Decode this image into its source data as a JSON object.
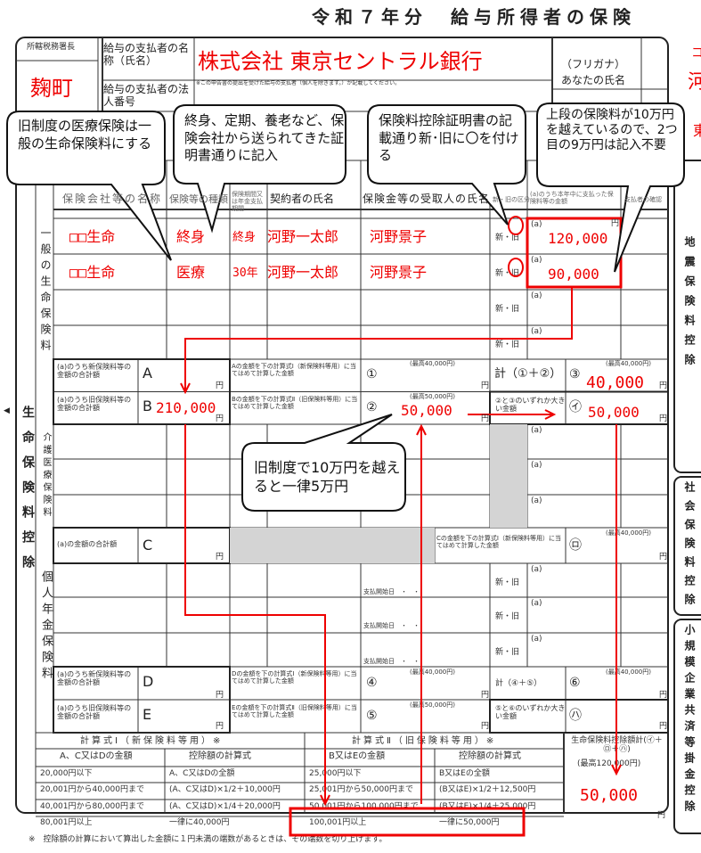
{
  "title": "令和７年分　給与所得者の保険",
  "header": {
    "tax_office_label": "所轄税務署長",
    "tax_office_value": "麹町",
    "payer_name_label": "給与の支払者の名称（氏名）",
    "payer_name_value": "株式会社 東京セントラル銀行",
    "payer_number_label": "給与の支払者の法人番号",
    "payer_number_note": "※この申告書の提出を受けた給与の支払者（個人を除きます。）が記載してください。",
    "furigana_label": "（フリガナ）",
    "your_name_label": "あなたの氏名",
    "furigana_value": "コ",
    "name_value": "河",
    "address_value": "東"
  },
  "columns": [
    "保険会社等の名称",
    "保険等の種類",
    "保険期間又は年金支払期間",
    "契約者の氏名",
    "保険金等の受取人の氏名",
    "新・旧の区分",
    "(a)のうち本年中に支払った保険料等の金額",
    "支払者の確認"
  ],
  "general": {
    "label": "一般の生命保険料",
    "rows": [
      {
        "company": "□□生命",
        "type": "終身",
        "period": "終身",
        "contractor": "河野一太郎",
        "recipient": "河野景子",
        "kubun": "新・旧",
        "a": "(a)",
        "amount": "120,000",
        "yen": "円"
      },
      {
        "company": "□□生命",
        "type": "医療",
        "period": "30年",
        "contractor": "河野一太郎",
        "recipient": "河野景子",
        "kubun": "新・旧",
        "a": "(a)",
        "amount": "90,000"
      },
      {
        "kubun": "新・旧",
        "a": "(a)"
      },
      {
        "kubun": "新・旧",
        "a": "(a)"
      }
    ]
  },
  "sum_a": {
    "label": "(a)のうち新保険料等の金額の合計額",
    "letter": "A",
    "calc": "Aの金額を下の計算式Ⅰ（新保険料等用）に当てはめて計算した金額",
    "num": "①",
    "max": "(最高40,000円)",
    "total_label": "計（①＋②）",
    "total_num": "③",
    "total_max": "(最高40,000円)",
    "total_value": "40,000"
  },
  "sum_b": {
    "label": "(a)のうち旧保険料等の金額の合計額",
    "letter": "B",
    "value": "210,000",
    "calc": "Bの金額を下の計算式Ⅱ（旧保険料等用）に当てはめて計算した金額",
    "num": "②",
    "max": "(最高50,000円)",
    "calc_value": "50,000",
    "larger_label": "②と③のいずれか大きい金額",
    "larger_num": "㋑",
    "larger_value": "50,000"
  },
  "yen": "円",
  "care": {
    "label": "介護医療保険料",
    "a": "(a)"
  },
  "sum_c": {
    "label": "(a)の金額の合計額",
    "letter": "C",
    "calc": "Cの金額を下の計算式Ⅰ（新保険料等用）に当てはめて計算した金額",
    "num": "㋺",
    "max": "(最高40,000円)"
  },
  "pension": {
    "label": "個人年金保険料",
    "start": "支払開始日　・　・",
    "kubun": "新・旧",
    "a": "(a)"
  },
  "sum_d": {
    "label": "(a)のうち新保険料等の金額の合計額",
    "letter": "D",
    "calc": "Dの金額を下の計算式Ⅰ（新保険料等用）に当てはめて計算した金額",
    "num": "④",
    "max": "(最高40,000円)",
    "total_label": "計（④＋⑤）",
    "total_num": "⑥",
    "total_max": "(最高40,000円)"
  },
  "sum_e": {
    "label": "(a)のうち旧保険料等の金額の合計額",
    "letter": "E",
    "calc": "Eの金額を下の計算式Ⅱ（旧保険料等用）に当てはめて計算した金額",
    "num": "⑤",
    "max": "(最高50,000円)",
    "larger_label": "⑤と⑥のいずれか大きい金額",
    "larger_num": "㋩"
  },
  "side_label": "生命保険料控除",
  "formula": {
    "h1": "計算式Ⅰ（新保険料等用）※",
    "h2": "計算式Ⅱ（旧保険料等用）※",
    "sub": [
      "A、C又はDの金額",
      "控除額の計算式",
      "B又はEの金額",
      "控除額の計算式"
    ],
    "rows": [
      [
        "20,000円以下",
        "A、C又はDの全額",
        "25,000円以下",
        "B又はEの全額"
      ],
      [
        "20,001円から40,000円まで",
        "(A、C又はD)×1/2＋10,000円",
        "25,001円から50,000円まで",
        "(B又はE)×1/2＋12,500円"
      ],
      [
        "40,001円から80,000円まで",
        "(A、C又はD)×1/4＋20,000円",
        "50,001円から100,000円まで",
        "(B又はE)×1/4＋25,000円"
      ],
      [
        "80,001円以上",
        "一律に40,000円",
        "100,001円以上",
        "一律に50,000円"
      ]
    ],
    "total_label": "生命保険料控除額計(㋑＋㋺＋㋩)",
    "total_max": "(最高120,000円)",
    "total_value": "50,000"
  },
  "footnote": "※　控除額の計算において算出した金額に１円未満の端数があるときは、その端数を切り上げます。",
  "right_sections": [
    "地震保険料控除",
    "社会保険料控除",
    "小規模企業共済等掛金控除"
  ],
  "callouts": [
    "旧制度の医療保険は一般の生命保険料にする",
    "終身、定期、養老など、保険会社から送られてきた証明書通りに記入",
    "保険料控除証明書の記載通り新･旧に〇を付ける",
    "上段の保険料が10万円を越えているので、2つ目の9万円は記入不要",
    "旧制度で10万円を越えると一律5万円"
  ],
  "colors": {
    "annotation": "#ee0000",
    "grey": "#d4d4d4"
  }
}
